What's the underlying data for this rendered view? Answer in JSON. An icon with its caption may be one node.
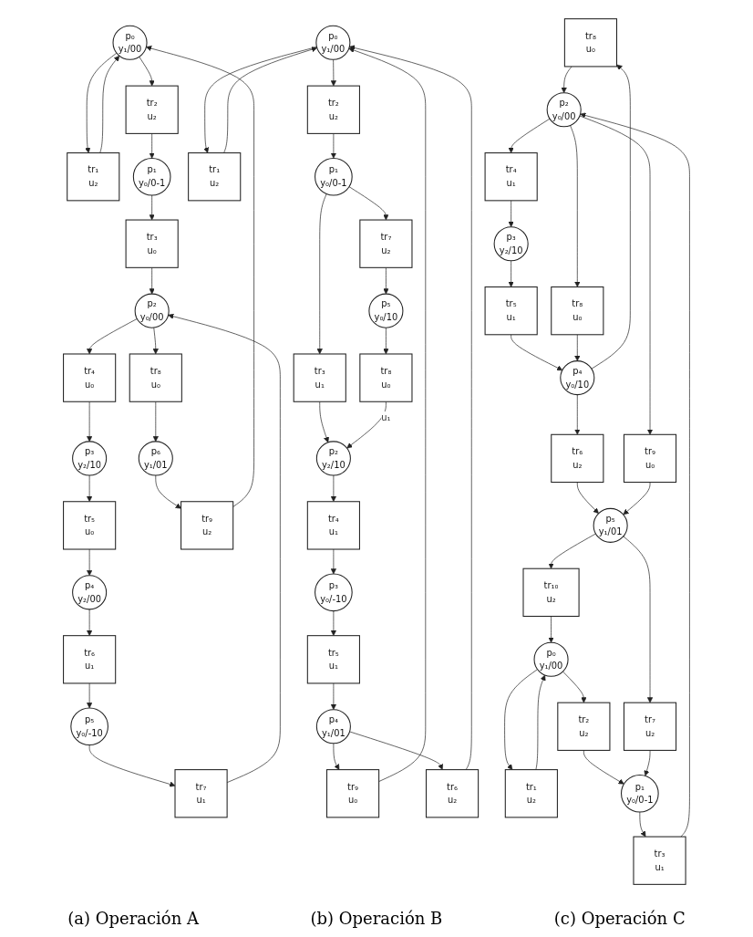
{
  "diagram": {
    "nodes": [
      {
        "text": [
          "p₀",
          "y₁/00"
        ]
      },
      {
        "text": [
          "tr₁",
          "u₂"
        ]
      },
      {
        "text": [
          "tr₂",
          "u₂"
        ]
      },
      {
        "text": [
          "p₁",
          "y₀/0-1"
        ]
      },
      {
        "text": [
          "tr₃",
          "u₀"
        ]
      },
      {
        "text": [
          "p₂",
          "y₀/00"
        ]
      },
      {
        "text": [
          "tr₄",
          "u₀"
        ]
      },
      {
        "text": [
          "p₃",
          "y₂/10"
        ]
      },
      {
        "text": [
          "tr₅",
          "u₀"
        ]
      },
      {
        "text": [
          "p₄",
          "y₂/00"
        ]
      },
      {
        "text": [
          "tr₆",
          "u₁"
        ]
      },
      {
        "text": [
          "p₅",
          "y₀/-10"
        ]
      },
      {
        "text": [
          "tr₇",
          "u₁"
        ]
      },
      {
        "text": [
          "tr₉",
          "u₂"
        ]
      },
      {
        "text": [
          "p₆",
          "y₁/01"
        ]
      },
      {
        "text": [
          "tr₈",
          "u₀"
        ]
      },
      {
        "text": [
          "p₀",
          "y₁/00"
        ]
      },
      {
        "text": [
          "tr₁",
          "u₂"
        ]
      },
      {
        "text": [
          "tr₂",
          "u₂"
        ]
      },
      {
        "text": [
          "p₁",
          "y₀/0-1"
        ]
      },
      {
        "text": [
          "tr₃",
          "u₁"
        ]
      },
      {
        "text": [
          "p₂",
          "y₂/10"
        ]
      },
      {
        "text": [
          "tr₄",
          "u₁"
        ]
      },
      {
        "text": [
          "p₃",
          "y₀/-10"
        ]
      },
      {
        "text": [
          "tr₅",
          "u₁"
        ]
      },
      {
        "text": [
          "p₄",
          "y₁/01"
        ]
      },
      {
        "text": [
          "tr₉",
          "u₀"
        ]
      },
      {
        "text": [
          "tr₆",
          "u₂"
        ]
      },
      {
        "text": [
          "tr₇",
          "u₂"
        ]
      },
      {
        "text": [
          "p₅",
          "y₀/10"
        ]
      },
      {
        "text": [
          "tr₈",
          "u₀"
        ]
      },
      {
        "text": [
          "p₀",
          "y₁/00"
        ]
      },
      {
        "text": [
          "tr₁",
          "u₂"
        ]
      },
      {
        "text": [
          "tr₂",
          "u₂"
        ]
      },
      {
        "text": [
          "p₁",
          "y₀/0-1"
        ]
      },
      {
        "text": [
          "tr₃",
          "u₁"
        ]
      },
      {
        "text": [
          "p₂",
          "y₀/00"
        ]
      },
      {
        "text": [
          "tr₄",
          "u₁"
        ]
      },
      {
        "text": [
          "p₃",
          "y₂/10"
        ]
      },
      {
        "text": [
          "tr₅",
          "u₁"
        ]
      },
      {
        "text": [
          "p₄",
          "y₀/10"
        ]
      },
      {
        "text": [
          "tr₆",
          "u₂"
        ]
      },
      {
        "text": [
          "p₅",
          "y₁/01"
        ]
      },
      {
        "text": [
          "tr₁₀",
          "u₂"
        ]
      },
      {
        "text": [
          "tr₇",
          "u₂"
        ]
      },
      {
        "text": [
          "tr₈",
          "u₀"
        ]
      },
      {
        "text": [
          "tr₈",
          "u₀"
        ]
      },
      {
        "text": [
          "tr₉",
          "u₀"
        ]
      }
    ],
    "edges": [
      {
        "from": 0,
        "to": 1,
        "arrow": "to"
      },
      {
        "from": 1,
        "to": 0,
        "arrow": "to"
      },
      {
        "from": 0,
        "to": 2,
        "arrow": "to"
      },
      {
        "from": 2,
        "to": 3,
        "arrow": "to"
      },
      {
        "from": 3,
        "to": 4,
        "arrow": "to"
      },
      {
        "from": 4,
        "to": 5,
        "arrow": "to"
      },
      {
        "from": 5,
        "to": 6,
        "arrow": "to"
      },
      {
        "from": 6,
        "to": 7,
        "arrow": "to"
      },
      {
        "from": 7,
        "to": 8,
        "arrow": "to"
      },
      {
        "from": 8,
        "to": 9,
        "arrow": "to"
      },
      {
        "from": 9,
        "to": 10,
        "arrow": "to"
      },
      {
        "from": 10,
        "to": 11,
        "arrow": "to"
      },
      {
        "from": 11,
        "to": 12,
        "arrow": "to"
      },
      {
        "from": 12,
        "to": 5,
        "arrow": "to"
      },
      {
        "from": 5,
        "to": 15,
        "arrow": "to"
      },
      {
        "from": 15,
        "to": 14,
        "arrow": "to"
      },
      {
        "from": 14,
        "to": 13,
        "arrow": "to"
      },
      {
        "from": 13,
        "to": 0,
        "arrow": "to"
      },
      {
        "from": 16,
        "to": 17,
        "arrow": "to"
      },
      {
        "from": 17,
        "to": 16,
        "arrow": "to"
      },
      {
        "from": 16,
        "to": 18,
        "arrow": "to"
      },
      {
        "from": 18,
        "to": 19,
        "arrow": "to"
      },
      {
        "from": 19,
        "to": 20,
        "arrow": "to"
      },
      {
        "from": 20,
        "to": 21,
        "arrow": "to"
      },
      {
        "from": 21,
        "to": 22,
        "arrow": "to"
      },
      {
        "from": 22,
        "to": 23,
        "arrow": "to"
      },
      {
        "from": 23,
        "to": 24,
        "arrow": "to"
      },
      {
        "from": 24,
        "to": 25,
        "arrow": "to"
      },
      {
        "from": 25,
        "to": 26,
        "arrow": "to"
      },
      {
        "from": 26,
        "to": 16,
        "arrow": "to"
      },
      {
        "from": 25,
        "to": 27,
        "arrow": "to"
      },
      {
        "from": 27,
        "to": 16,
        "arrow": "to"
      },
      {
        "from": 19,
        "to": 28,
        "arrow": "to"
      },
      {
        "from": 28,
        "to": 29,
        "arrow": "to"
      },
      {
        "from": 29,
        "to": 30,
        "arrow": "to"
      },
      {
        "from": 30,
        "to": 21,
        "arrow": "to",
        "label": "u₁"
      },
      {
        "from": 31,
        "to": 32,
        "arrow": "to"
      },
      {
        "from": 32,
        "to": 31,
        "arrow": "to"
      },
      {
        "from": 31,
        "to": 33,
        "arrow": "to"
      },
      {
        "from": 33,
        "to": 34,
        "arrow": "to"
      },
      {
        "from": 34,
        "to": 35,
        "arrow": "to"
      },
      {
        "from": 35,
        "to": 36,
        "arrow": "to"
      },
      {
        "from": 36,
        "to": 37,
        "arrow": "to"
      },
      {
        "from": 37,
        "to": 38,
        "arrow": "to"
      },
      {
        "from": 38,
        "to": 39,
        "arrow": "to"
      },
      {
        "from": 39,
        "to": 40,
        "arrow": "to"
      },
      {
        "from": 40,
        "to": 41,
        "arrow": "to"
      },
      {
        "from": 41,
        "to": 42,
        "arrow": "to"
      },
      {
        "from": 42,
        "to": 43,
        "arrow": "to"
      },
      {
        "from": 43,
        "to": 31,
        "arrow": "to"
      },
      {
        "from": 42,
        "to": 44,
        "arrow": "to"
      },
      {
        "from": 44,
        "to": 34,
        "arrow": "to"
      },
      {
        "from": 40,
        "to": 45,
        "arrow": "to"
      },
      {
        "from": 45,
        "to": 36,
        "arrow": "to"
      },
      {
        "from": 36,
        "to": 46,
        "arrow": "to"
      },
      {
        "from": 46,
        "to": 40,
        "arrow": "to"
      },
      {
        "from": 36,
        "to": 47,
        "arrow": "to"
      },
      {
        "from": 47,
        "to": 42,
        "arrow": "to"
      }
    ],
    "labels": [
      "(a) Operación A",
      "(b) Operación B",
      "(c) Operación C"
    ]
  }
}
